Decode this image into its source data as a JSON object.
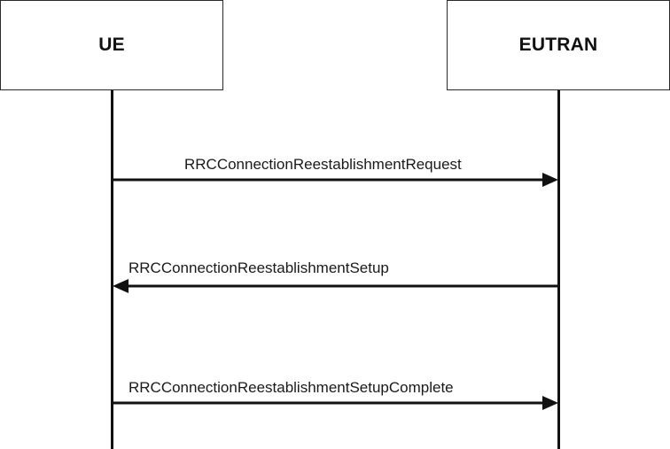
{
  "entities": {
    "left": {
      "label": "UE"
    },
    "right": {
      "label": "EUTRAN"
    }
  },
  "messages": [
    {
      "label": "RRCConnectionReestablishmentRequest",
      "from": "UE",
      "to": "EUTRAN"
    },
    {
      "label": "RRCConnectionReestablishmentSetup",
      "from": "EUTRAN",
      "to": "UE"
    },
    {
      "label": "RRCConnectionReestablishmentSetupComplete",
      "from": "UE",
      "to": "EUTRAN"
    }
  ],
  "colors": {
    "line": "#111111",
    "border": "#2a2a2a",
    "text": "#1a1a1a"
  }
}
